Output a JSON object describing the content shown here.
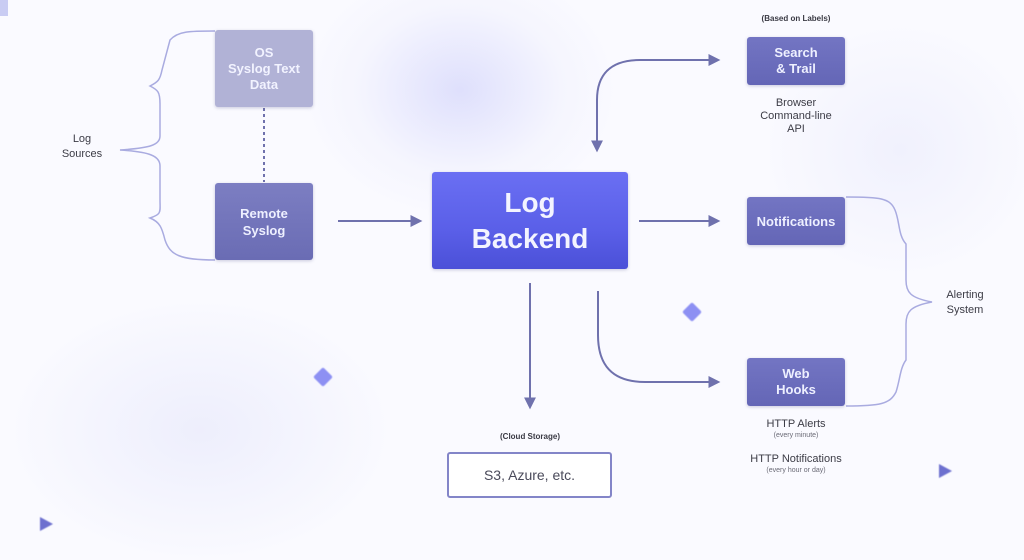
{
  "diagram": {
    "log_sources": {
      "label_lines": [
        "Log",
        "Sources"
      ],
      "os_syslog": [
        "OS",
        "Syslog Text",
        "Data"
      ],
      "remote_syslog": [
        "Remote",
        "Syslog"
      ]
    },
    "backend": {
      "lines": [
        "Log",
        "Backend"
      ]
    },
    "search": {
      "caption": "(Based on Labels)",
      "lines": [
        "Search",
        "& Trail"
      ],
      "clients": [
        "Browser",
        "Command-line",
        "API"
      ]
    },
    "notifications": {
      "label": "Notifications"
    },
    "webhooks": {
      "lines": [
        "Web",
        "Hooks"
      ],
      "http_alerts": {
        "title": "HTTP Alerts",
        "note": "(every minute)"
      },
      "http_notifications": {
        "title": "HTTP Notifications",
        "note": "(every hour or day)"
      }
    },
    "alerting_system": {
      "label_lines": [
        "Alerting",
        "System"
      ]
    },
    "storage": {
      "caption": "(Cloud Storage)",
      "label": "S3, Azure, etc."
    },
    "colors": {
      "primary": "#5a5fe8",
      "node": "#6c6eba",
      "node_faded": "#b1b2d6",
      "connector": "#6f71ad",
      "brace": "#a9abe0"
    }
  }
}
